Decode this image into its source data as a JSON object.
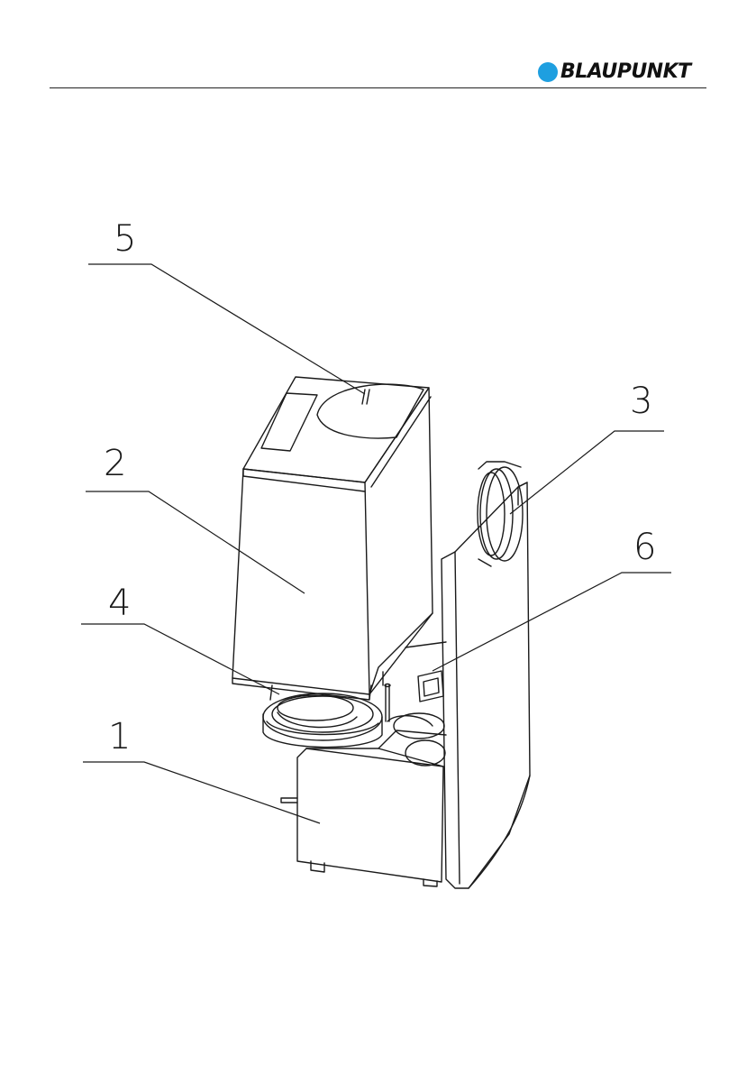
{
  "header": {
    "brand": "BLAUPUNKT",
    "brand_color": "#1e9fe0"
  },
  "diagram": {
    "callouts": {
      "c1": "1",
      "c2": "2",
      "c3": "3",
      "c4": "4",
      "c5": "5",
      "c6": "6"
    }
  }
}
